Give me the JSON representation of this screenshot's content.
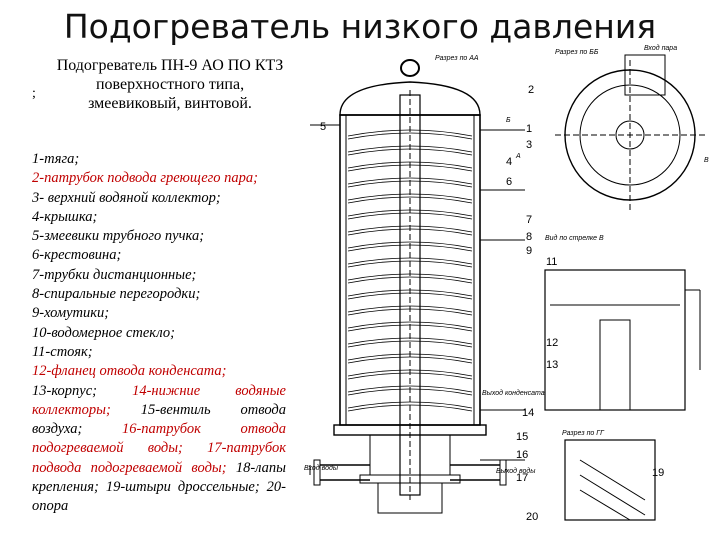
{
  "title": "Подогреватель низкого давления",
  "subtitle": {
    "line1": "Подогреватель ПН-9 АО ПО КТЗ",
    "line2": "поверхностного типа,",
    "line3": "змеевиковый, винтовой."
  },
  "stray_mark": ";",
  "legend": {
    "item1": "1-тяга;",
    "item2": "2-патрубок подвода греющего пара;",
    "item3": "3- верхний водяной коллектор;",
    "item4": "4-крышка;",
    "item5": "5-змеевики трубного пучка;",
    "item6": "6-крестовина;",
    "item7": "7-трубки дистанционные;",
    "item8": "8-спиральные перегородки;",
    "item9": "9-хомутики;",
    "item10": "10-водомерное стекло;",
    "item11": "11-стояк;",
    "item12": "12-фланец отвода конденсата;",
    "item13": "13-корпус;",
    "item14": "14-нижние водяные коллекторы;",
    "item15": "15-вентиль отвода воздуха;",
    "item16": "16-патрубок отвода подогреваемой воды;",
    "item17": "17-патрубок подвода подогреваемой воды;",
    "item18": "18-лапы крепления;",
    "item1920": "19-штыри дроссельные; 20-опора"
  },
  "colors": {
    "red_text": "#c00000",
    "black_text": "#000000"
  },
  "drawing": {
    "numbers": [
      "1",
      "2",
      "3",
      "4",
      "5",
      "6",
      "7",
      "8",
      "9",
      "11",
      "12",
      "13",
      "14",
      "15",
      "16",
      "17",
      "19",
      "20"
    ],
    "section_aa": "Разрез по АА",
    "section_bb": "Разрез по ББ",
    "section_gg": "Разрез по ГГ",
    "view_v": "Вид по стрелке В",
    "steam_in": "Вход пара",
    "water_in": "Вход воды",
    "water_out": "Выход воды",
    "cond_out": "Выход конденсата",
    "letter_a": "А",
    "letter_b": "Б",
    "letter_v": "В"
  }
}
